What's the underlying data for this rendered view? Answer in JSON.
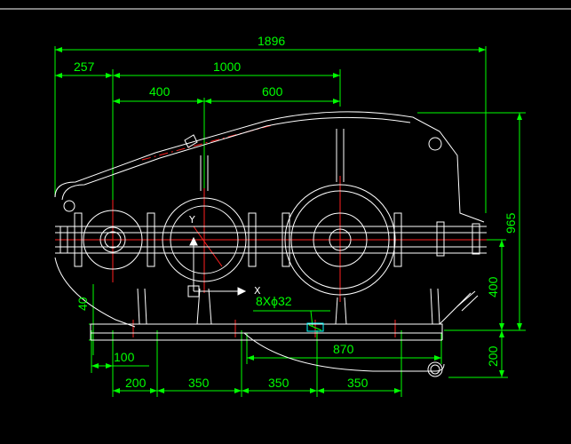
{
  "drawing": {
    "dimensions": {
      "overall_length": "1896",
      "left_offset": "257",
      "center_span": "1000",
      "first_center": "400",
      "second_center": "600",
      "overall_height": "965",
      "center_height": "400",
      "base_height": "200",
      "foot_thickness": "40",
      "foot_edge": "100",
      "bolt_spacing_1": "200",
      "bolt_spacing_2": "350",
      "bolt_spacing_3": "350",
      "bolt_spacing_4": "350",
      "base_span": "870",
      "bolt_spec": "8Xϕ32"
    },
    "ucs": {
      "x_label": "X",
      "y_label": "Y"
    }
  }
}
